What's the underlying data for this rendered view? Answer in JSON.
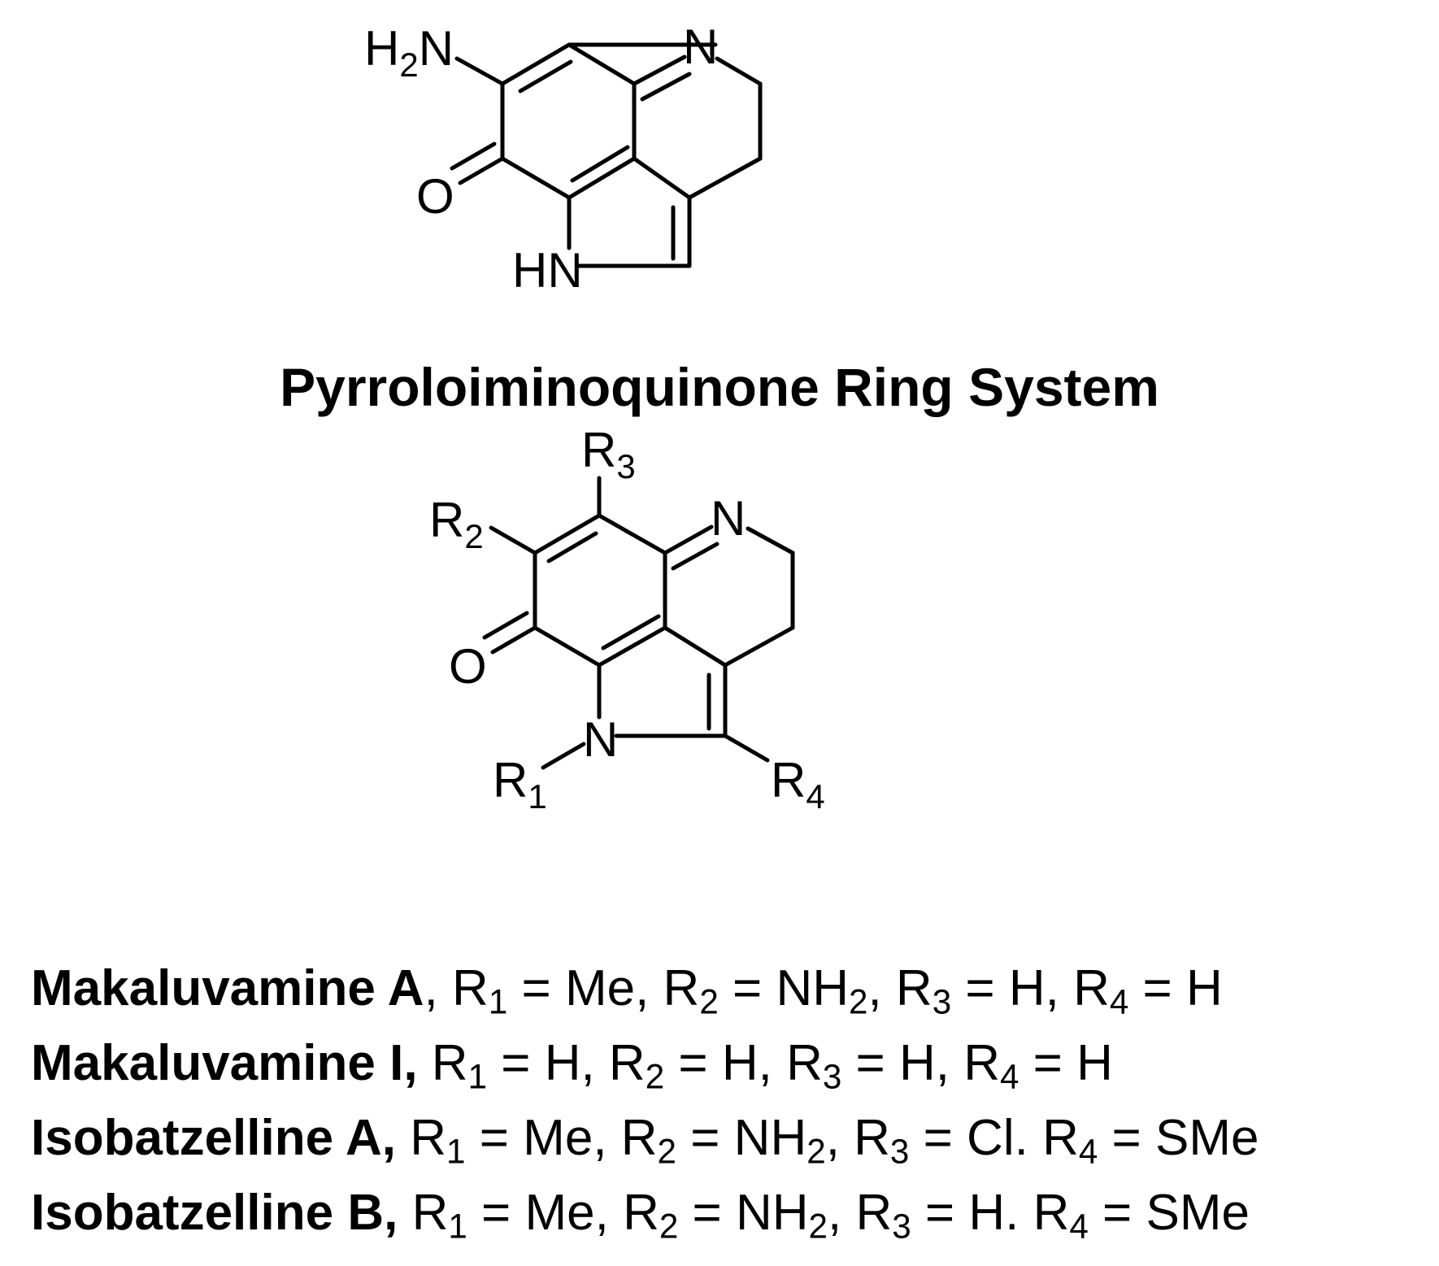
{
  "structure_top": {
    "labels": {
      "amine": "H",
      "amine_sub": "2",
      "amine_n": "N",
      "imine": "N",
      "carbonyl": "O",
      "pyrrole_nh": "HN"
    },
    "caption": "Pyrroloiminoquinone Ring System"
  },
  "structure_generic": {
    "labels": {
      "r3": "R",
      "r3_sub": "3",
      "r2": "R",
      "r2_sub": "2",
      "imine": "N",
      "carbonyl": "O",
      "pyrrole_n": "N",
      "r1": "R",
      "r1_sub": "1",
      "r4": "R",
      "r4_sub": "4"
    }
  },
  "compounds": [
    {
      "name": "Makaluvamine A",
      "sep": ",",
      "r1": "Me",
      "r2": "NH",
      "r2_sub": "2",
      "r3": "H",
      "d3": ",",
      "r4": "H"
    },
    {
      "name": "Makaluvamine I",
      "sep": ",",
      "r1": "H",
      "r2": "H",
      "r2_sub": "",
      "r3": "H",
      "d3": ",",
      "r4": "H"
    },
    {
      "name": "Isobatzelline A",
      "sep": ",",
      "r1": "Me",
      "r2": "NH",
      "r2_sub": "2",
      "r3": "Cl",
      "d3": ".",
      "r4": "SMe"
    },
    {
      "name": "Isobatzelline B",
      "sep": ",",
      "r1": "Me",
      "r2": "NH",
      "r2_sub": "2",
      "r3": "H",
      "d3": ".",
      "r4": "SMe"
    }
  ],
  "compound_tokens": {
    "r": "R",
    "s1": "1",
    "s2": "2",
    "s3": "3",
    "s4": "4",
    "eq": " = ",
    "comma": ", "
  }
}
